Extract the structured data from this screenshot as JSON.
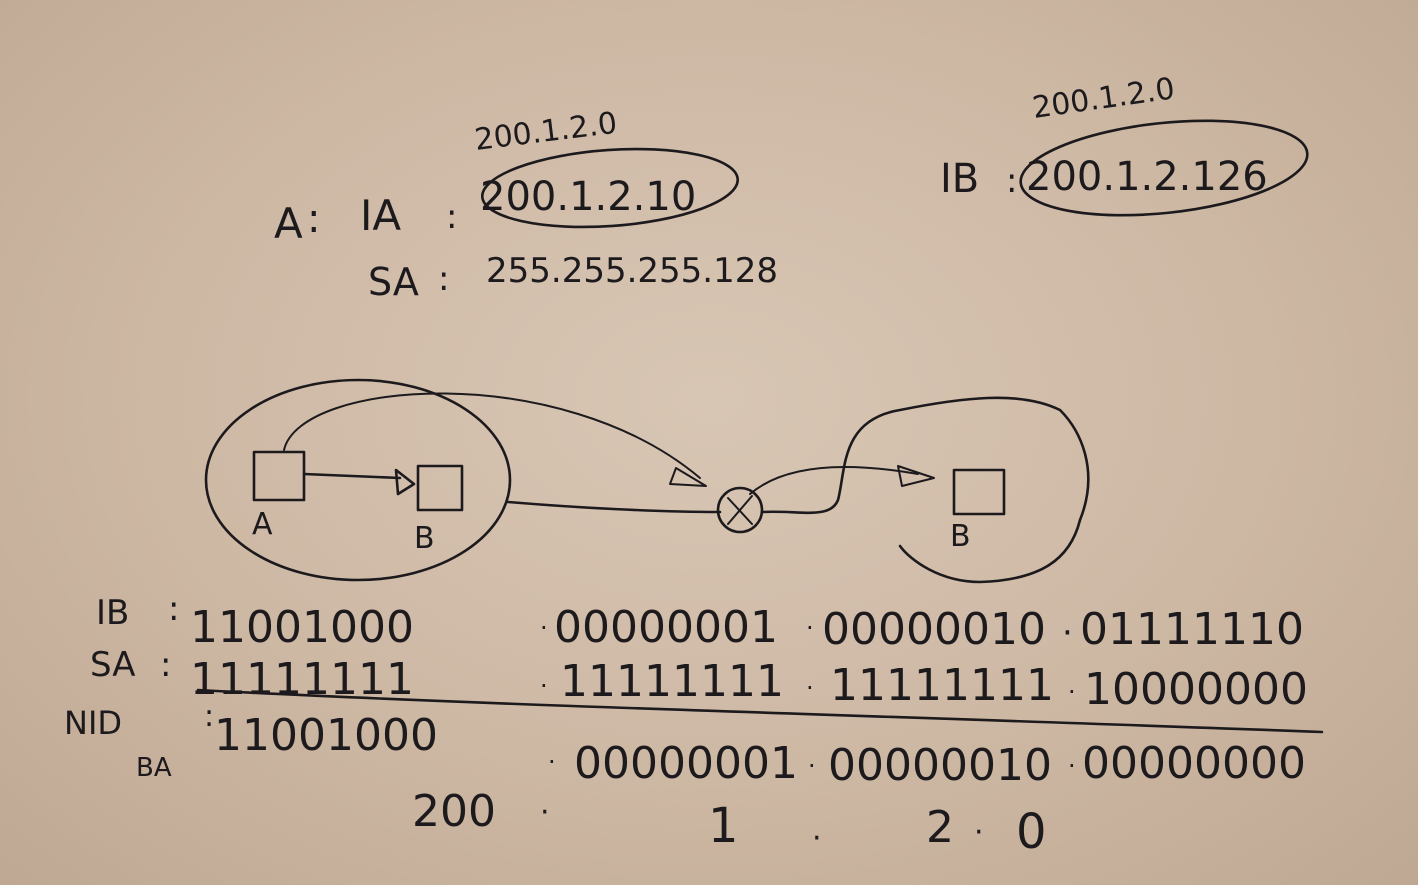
{
  "host_a": {
    "prefix": "A",
    "ip_label": "IA",
    "ip": "200.1.2.10",
    "ip_network": "200.1.2.0",
    "mask_label": "SA",
    "mask": "255.255.255.128"
  },
  "host_b": {
    "ip_label": "IB",
    "ip": "200.1.2.126",
    "ip_network": "200.1.2.0"
  },
  "diagram": {
    "node_a": "A",
    "node_b_local": "B",
    "node_b_remote": "B"
  },
  "binary": {
    "ib_label": "IB",
    "ib": [
      "11001000",
      "00000001",
      "00000010",
      "01111110"
    ],
    "sa_label": "SA",
    "sa": [
      "11111111",
      "11111111",
      "11111111",
      "10000000"
    ],
    "nid_label": "NID",
    "nid_sub": "BA",
    "nid": [
      "11001000",
      "00000001",
      "00000010",
      "00000000"
    ],
    "decimal": [
      "200",
      "1",
      "2",
      "0"
    ]
  }
}
